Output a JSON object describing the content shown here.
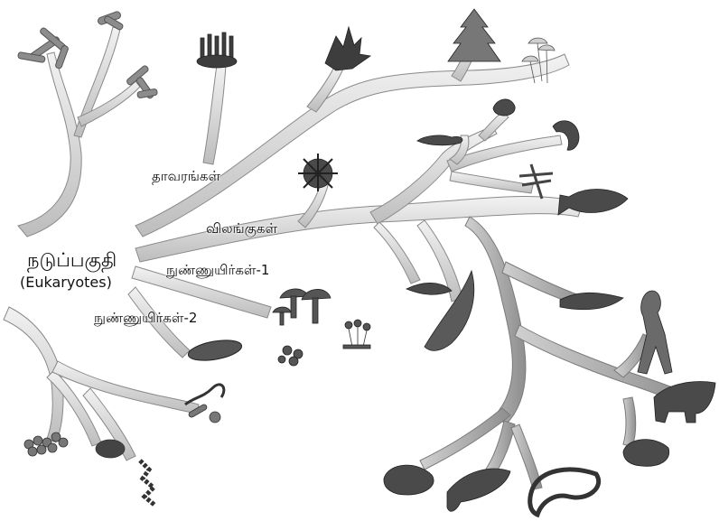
{
  "labels": {
    "plants": "தாவரங்கள்",
    "animals": "விலங்குகள்",
    "root": "நடுப்பகுதி",
    "root_sub": "(Eukaryotes)",
    "microbes_1": "நுண்ணுயிர்கள்-1",
    "microbes_2": "நுண்ணுயிர்கள்-2"
  },
  "colors": {
    "branch_fill": "#dcdcdc",
    "branch_stroke": "#8a8a8a",
    "branch_dark": "#9c9c9c",
    "organism_dark": "#4a4a4a",
    "organism_mid": "#7a7a7a"
  }
}
